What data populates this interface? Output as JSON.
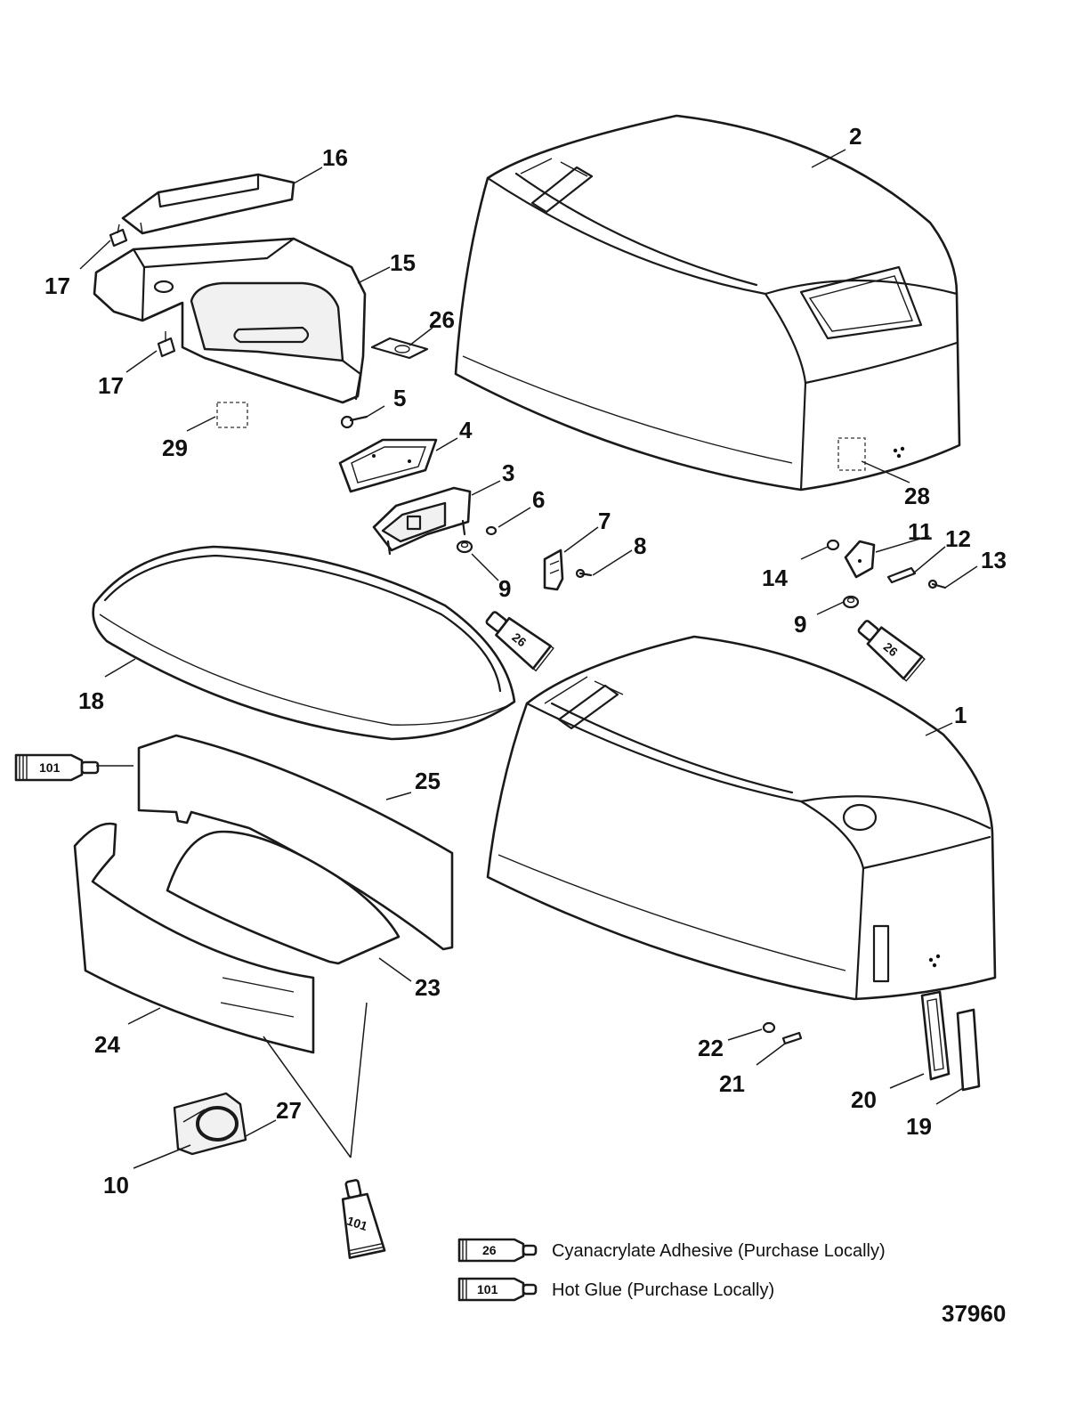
{
  "callouts": {
    "c1": "1",
    "c2": "2",
    "c3": "3",
    "c4": "4",
    "c5": "5",
    "c6": "6",
    "c7": "7",
    "c8": "8",
    "c9a": "9",
    "c9b": "9",
    "c10": "10",
    "c11": "11",
    "c12": "12",
    "c13": "13",
    "c14": "14",
    "c15": "15",
    "c16": "16",
    "c17a": "17",
    "c17b": "17",
    "c18": "18",
    "c19": "19",
    "c20": "20",
    "c21": "21",
    "c22": "22",
    "c23": "23",
    "c24": "24",
    "c25": "25",
    "c26": "26",
    "c27": "27",
    "c28": "28",
    "c29": "29"
  },
  "tubes": {
    "t26a": "26",
    "t26b": "26",
    "t101a": "101",
    "t101b": "101"
  },
  "legend": {
    "items": [
      {
        "code": "26",
        "text": "Cyanacrylate Adhesive (Purchase Locally)"
      },
      {
        "code": "101",
        "text": "Hot Glue (Purchase Locally)"
      }
    ]
  },
  "figure_number": "37960"
}
